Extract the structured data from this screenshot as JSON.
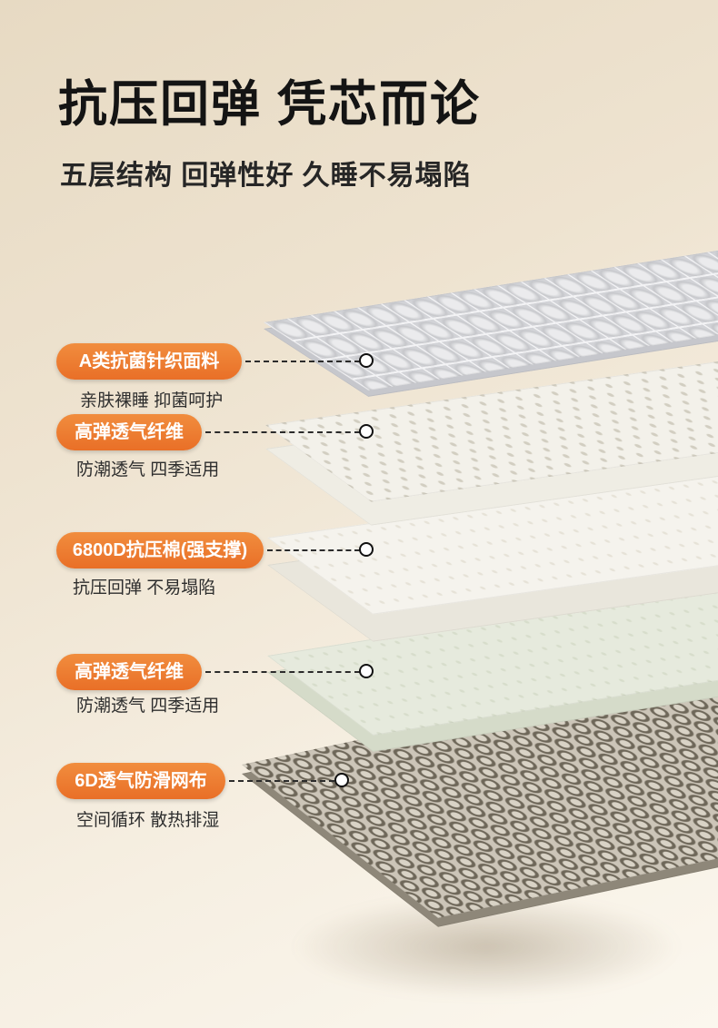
{
  "header": {
    "title": "抗压回弹 凭芯而论",
    "subtitle": "五层结构 回弹性好 久睡不易塌陷"
  },
  "layers": [
    {
      "label": "A类抗菌针织面料",
      "desc": "亲肤裸睡 抑菌呵护",
      "material": "quilted-knit-fabric"
    },
    {
      "label": "高弹透气纤维",
      "desc": "防潮透气 四季适用",
      "material": "breathable-fiber-pinholes"
    },
    {
      "label": "6800D抗压棉(强支撑)",
      "desc": "抗压回弹 不易塌陷",
      "material": "support-cotton"
    },
    {
      "label": "高弹透气纤维",
      "desc": "防潮透气 四季适用",
      "material": "breathable-fiber-green"
    },
    {
      "label": "6D透气防滑网布",
      "desc": "空间循环 散热排湿",
      "material": "hex-mesh-fabric"
    }
  ],
  "colors": {
    "accent_badge": "#ed7a2f",
    "background_top": "#e7dac3",
    "background_bottom": "#fbf7ee",
    "quilt_fabric": "#d2d3d7",
    "mesh_fabric": "#ccc5b8"
  }
}
